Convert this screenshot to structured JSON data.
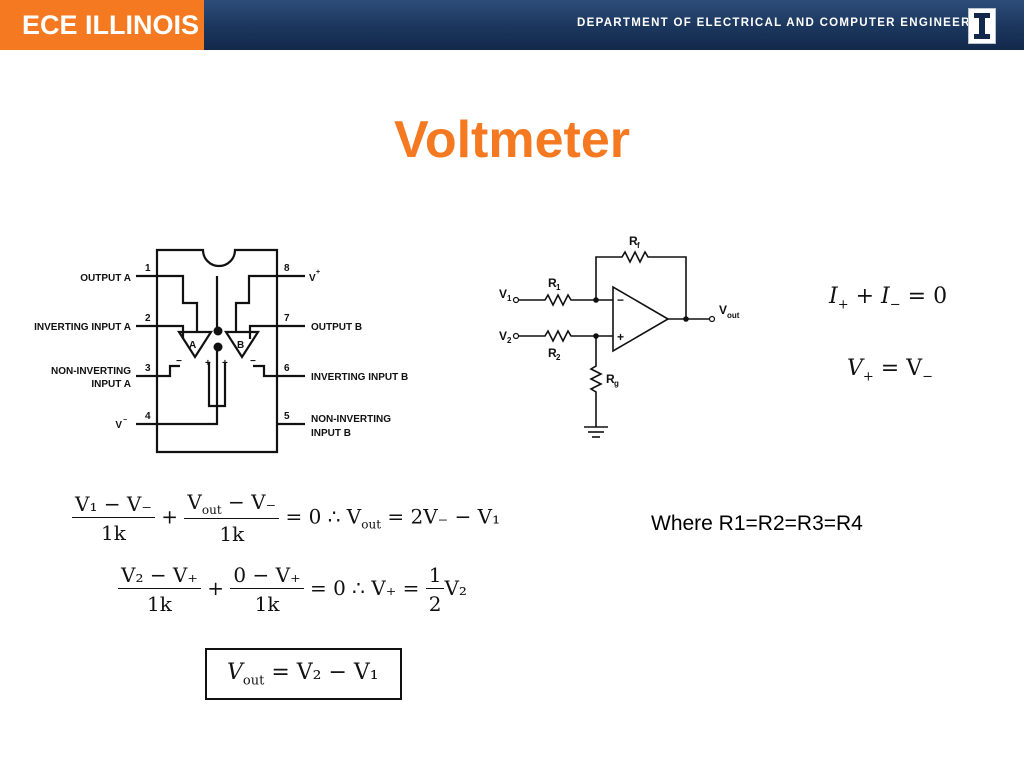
{
  "header": {
    "brand": "ECE ILLINOIS",
    "department": "DEPARTMENT OF ELECTRICAL AND COMPUTER ENGINEERING",
    "logo_letter": "I",
    "colors": {
      "orange": "#f47920",
      "navy": "#1b365d"
    }
  },
  "slide": {
    "title": "Voltmeter",
    "note": "Where R1=R2=R3=R4"
  },
  "ic_diagram": {
    "pins": [
      {
        "num": "1",
        "label": "OUTPUT A"
      },
      {
        "num": "2",
        "label": "INVERTING INPUT A"
      },
      {
        "num": "3",
        "label": "NON-INVERTING",
        "label2": "INPUT A"
      },
      {
        "num": "4",
        "label": "V",
        "sup": "−"
      },
      {
        "num": "8",
        "label": "V",
        "sup": "+"
      },
      {
        "num": "7",
        "label": "OUTPUT B"
      },
      {
        "num": "6",
        "label": "INVERTING INPUT B"
      },
      {
        "num": "5",
        "label": "NON-INVERTING",
        "label2": "INPUT B"
      }
    ],
    "amp_a": "A",
    "amp_b": "B"
  },
  "circuit": {
    "rf": "R",
    "rf_sub": "f",
    "r1": "R",
    "r1_sub": "1",
    "r2": "R",
    "r2_sub": "2",
    "rg": "R",
    "rg_sub": "g",
    "v1": "V",
    "v1_sub": "1",
    "v2": "V",
    "v2_sub": "2",
    "vout": "V",
    "vout_sub": "out"
  },
  "equations": {
    "eq1": {
      "a": "I",
      "a_sub": "+",
      "op": "+",
      "b": "I",
      "b_sub": "−",
      "rhs": "= 0"
    },
    "eq2": {
      "a": "V",
      "a_sub": "+",
      "rhs": "= V",
      "rhs_sub": "−"
    },
    "eq3": {
      "f1_num": "V₁ − V₋",
      "f1_den": "1k",
      "plus": "+",
      "f2_num_a": "V",
      "f2_num_sub": "out",
      "f2_num_b": " − V₋",
      "f2_den": "1k",
      "rest_a": "= 0 ∴ V",
      "rest_sub": "out",
      "rest_b": " = 2V₋ − V₁"
    },
    "eq4": {
      "f1_num": "V₂ − V₊",
      "f1_den": "1k",
      "plus": "+",
      "f2_num": "0 − V₊",
      "f2_den": "1k",
      "mid": "= 0 ∴ V₊ =",
      "half_num": "1",
      "half_den": "2",
      "tail": "V₂"
    },
    "eq5": {
      "lhs": "V",
      "lhs_sub": "out",
      "rhs": "= V₂ − V₁"
    }
  }
}
